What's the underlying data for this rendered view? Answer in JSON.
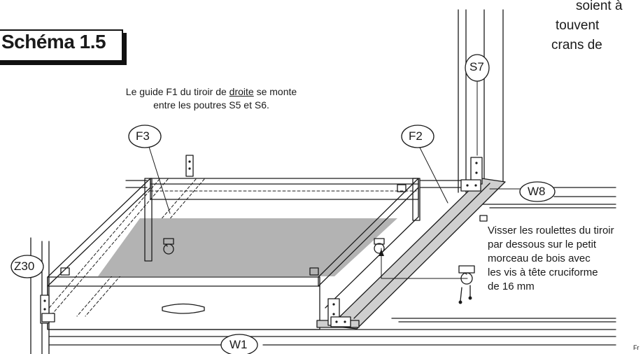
{
  "title": "Schéma 1.5",
  "corner_text": [
    "soient à",
    "touvent",
    "crans de"
  ],
  "guide_note": {
    "line1_prefix": "Le guide F1 du tiroir de",
    "line1_underlined": "droite",
    "line1_suffix": "se monte",
    "line2": "entre les poutres S5 et S6."
  },
  "side_note": [
    "Visser les roulettes du tiroir",
    "par dessous sur le petit",
    "morceau  de bois avec",
    "les vis à tête cruciforme",
    "de 16 mm"
  ],
  "labels": {
    "s7": "S7",
    "f3": "F3",
    "f2": "F2",
    "w8": "W8",
    "z30": "Z30",
    "w1": "W1"
  },
  "page_marker": "Fr",
  "colors": {
    "ink": "#1a1a1a",
    "panel_grey": "#b3b3b3",
    "rail_grey": "#cfcfcf"
  }
}
